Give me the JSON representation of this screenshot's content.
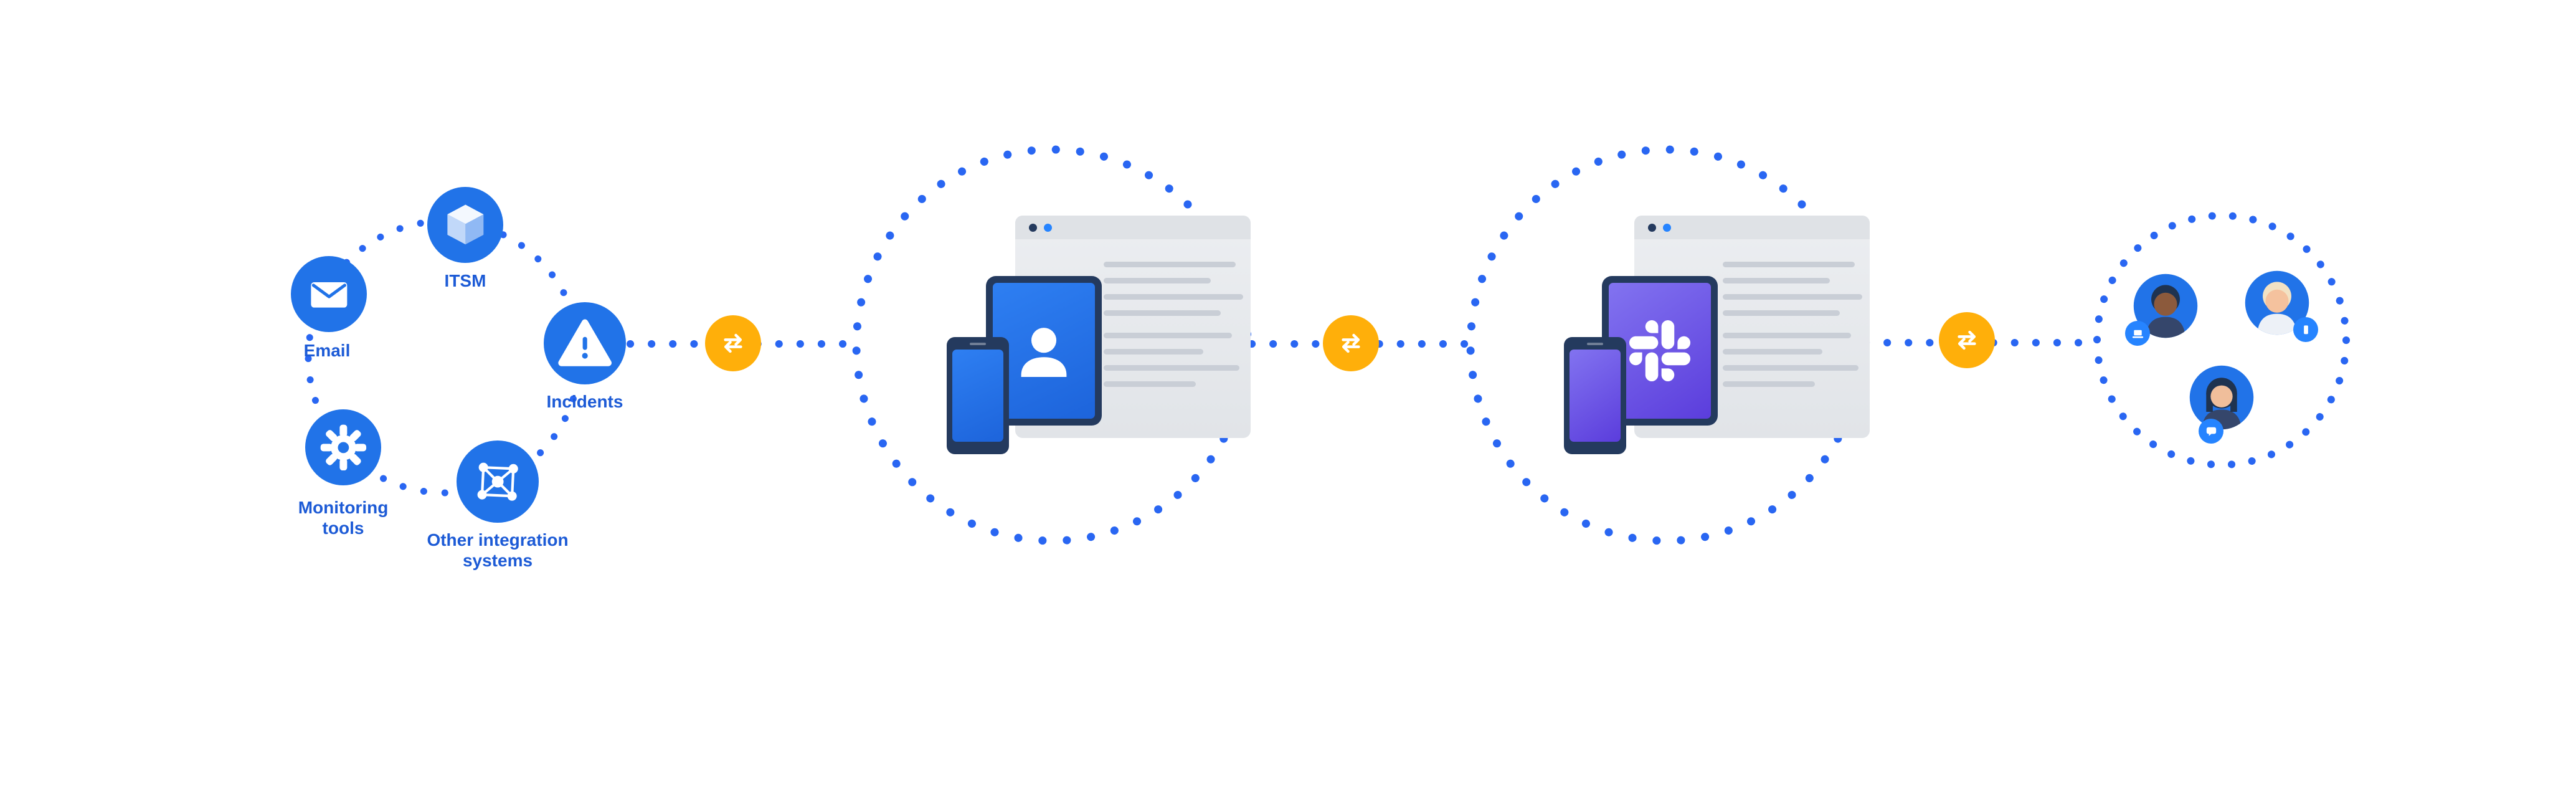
{
  "palette": {
    "background": "#FFFFFF",
    "brand_blue": "#2173E8",
    "dot_blue": "#2966F2",
    "label_blue": "#1D5BD6",
    "accent_orange": "#FFAF0A",
    "device_navy": "#243A5E",
    "window_gray": "#ECEEF1",
    "window_bar_gray": "#DFE2E6",
    "window_line_gray": "#C9CED6",
    "screen_blue_top": "#2E7FF2",
    "screen_blue_bottom": "#1D64DB",
    "screen_purple_top": "#8273F0",
    "screen_purple_bottom": "#5B3DDC",
    "badge_blue": "#2684FF"
  },
  "source_cluster": {
    "nodes": [
      {
        "id": "itsm",
        "label": "ITSM",
        "icon": "cube-icon"
      },
      {
        "id": "email",
        "label": "Email",
        "icon": "envelope-icon"
      },
      {
        "id": "incidents",
        "label": "Incidents",
        "icon": "alert-triangle-icon"
      },
      {
        "id": "monitoring-tools",
        "label": "Monitoring tools",
        "icon": "gear-icon"
      },
      {
        "id": "other-integration-systems",
        "label": "Other integration systems",
        "icon": "network-icon"
      }
    ]
  },
  "connectors": [
    {
      "icon": "sync-arrows-icon"
    },
    {
      "icon": "sync-arrows-icon"
    },
    {
      "icon": "sync-arrows-icon"
    }
  ],
  "stages": [
    {
      "id": "alert-app-devices",
      "icons": [
        "browser-window",
        "tablet-device",
        "phone-device",
        "person-icon"
      ]
    },
    {
      "id": "slack-devices",
      "icons": [
        "browser-window",
        "tablet-device",
        "phone-device",
        "slack-icon"
      ]
    },
    {
      "id": "team-members",
      "icons": [
        "avatar",
        "avatar",
        "avatar",
        "laptop-icon",
        "mobile-icon",
        "chat-icon"
      ]
    }
  ]
}
